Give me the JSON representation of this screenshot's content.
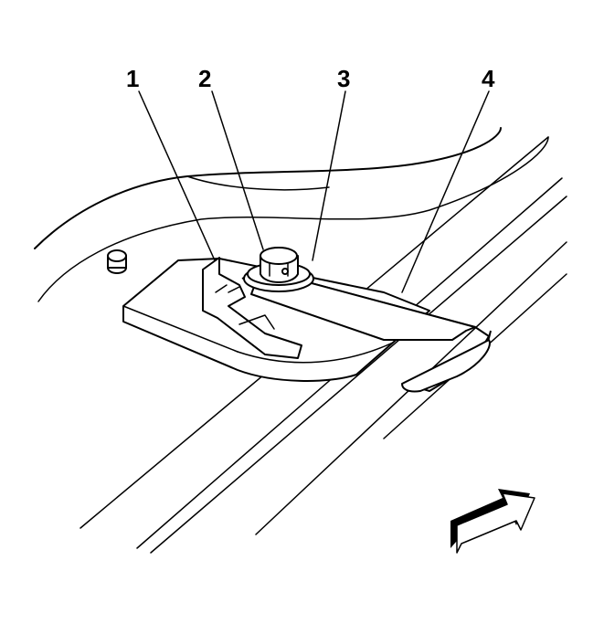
{
  "callouts": [
    {
      "id": "1",
      "label": "1"
    },
    {
      "id": "2",
      "label": "2"
    },
    {
      "id": "3",
      "label": "3"
    },
    {
      "id": "4",
      "label": "4"
    }
  ],
  "colors": {
    "line": "#000000",
    "background": "#ffffff",
    "arrow_shadow": "#000000"
  },
  "icons": [
    "forward-direction-arrow-icon"
  ]
}
